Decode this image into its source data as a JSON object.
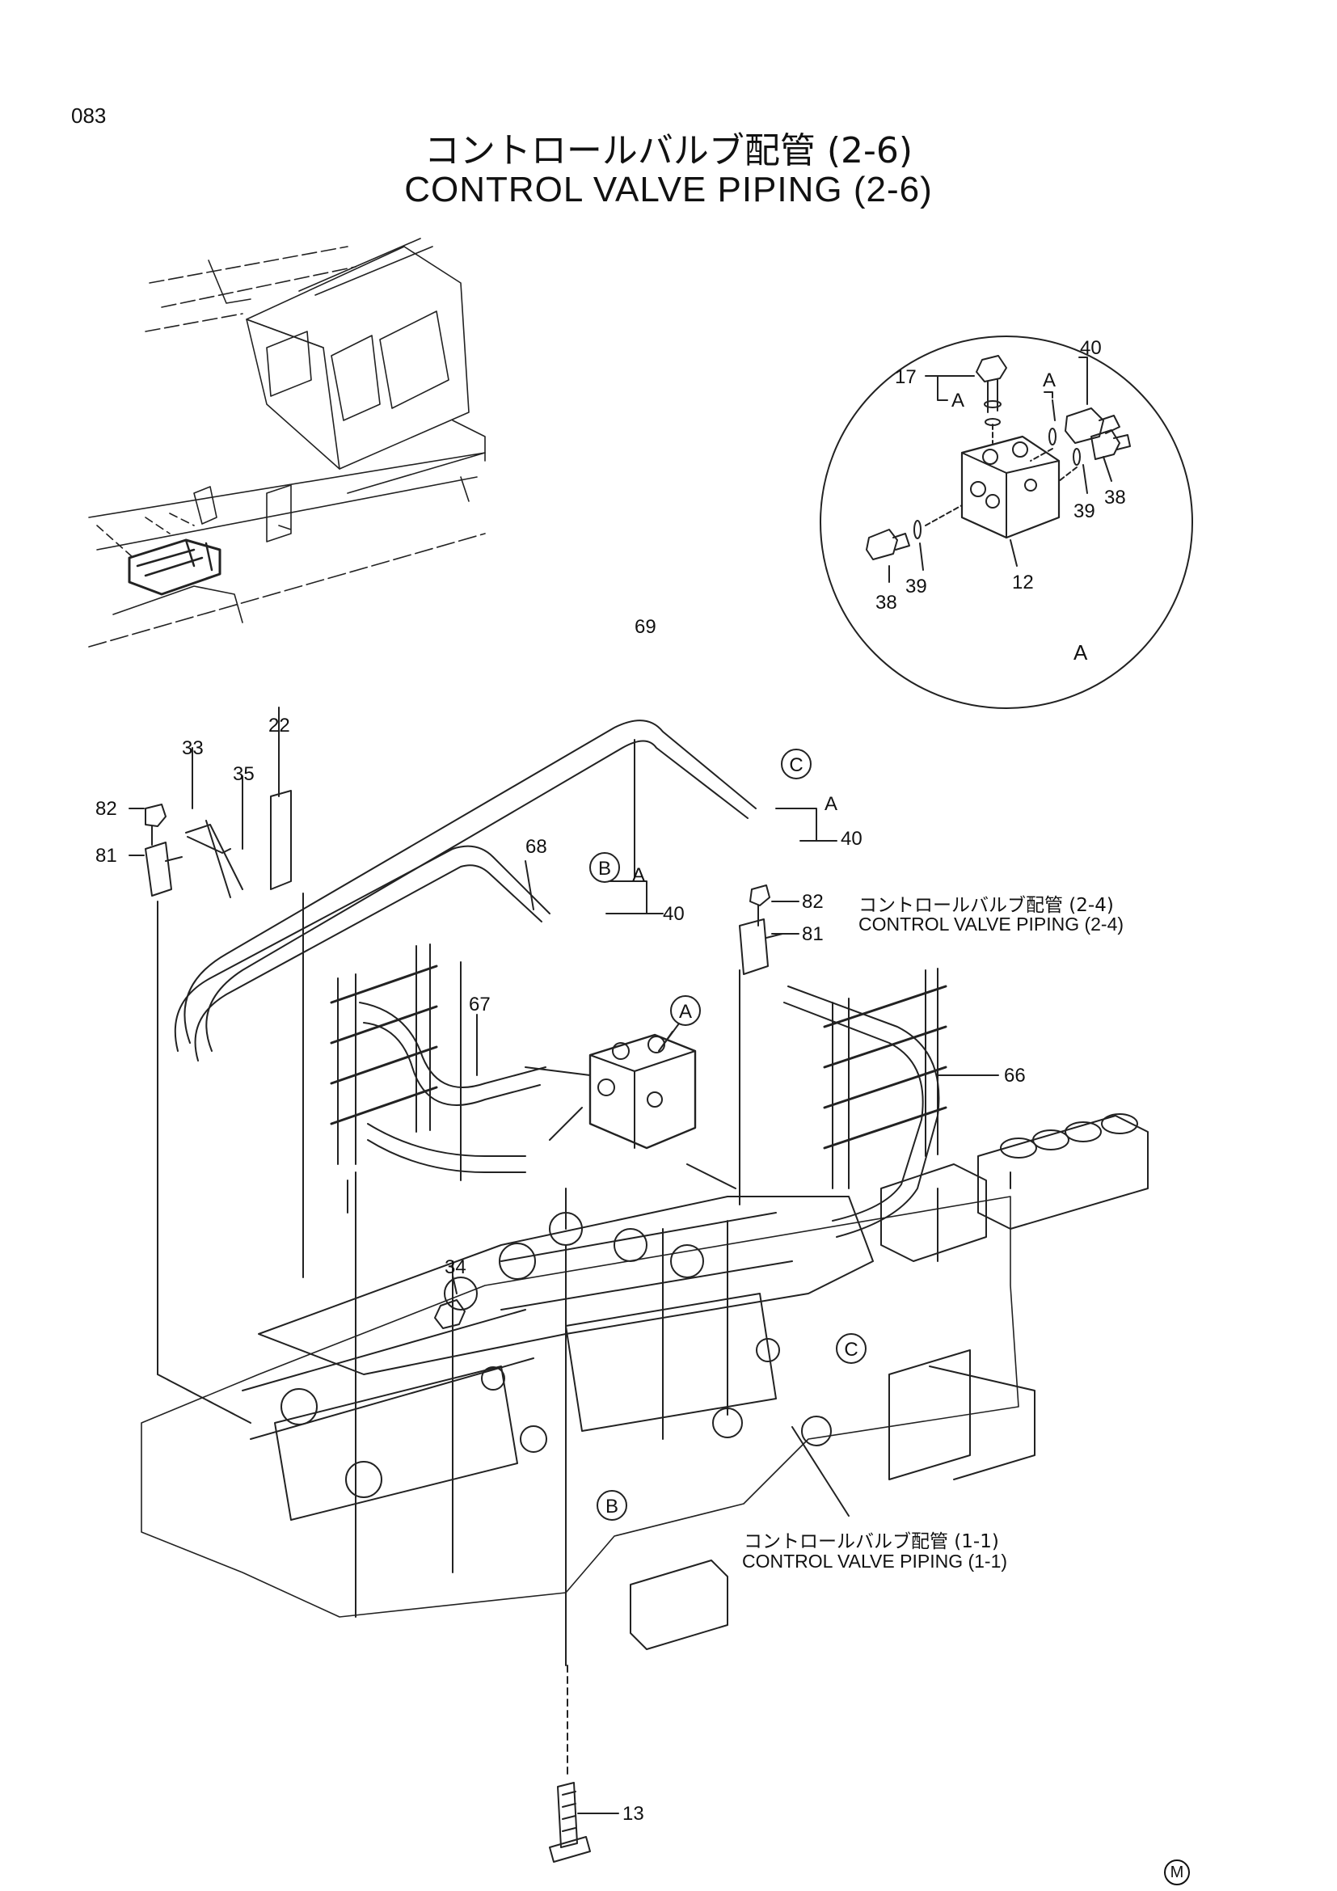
{
  "page": {
    "number": "083",
    "title_ja": "コントロールバルブ配管 (2-6)",
    "title_en": "CONTROL VALVE PIPING (2-6)",
    "mark": "M"
  },
  "detail": {
    "label": "A",
    "callouts": [
      "17",
      "A",
      "40",
      "A",
      "38",
      "39",
      "12",
      "39",
      "38"
    ]
  },
  "callouts": {
    "p69": "69",
    "p22": "22",
    "p33": "33",
    "p35": "35",
    "p82a": "82",
    "p81a": "81",
    "p68": "68",
    "p40a": "40",
    "p40b": "40",
    "pAa": "A",
    "pAb": "A",
    "p82b": "82",
    "p81b": "81",
    "p67": "67",
    "p66": "66",
    "p34": "34",
    "p13": "13"
  },
  "circles": {
    "c1": "C",
    "b1": "B",
    "a1": "A",
    "c2": "C",
    "b2": "B"
  },
  "refs": {
    "r24_ja": "コントロールバルブ配管 (2-4)",
    "r24_en": "CONTROL VALVE PIPING (2-4)",
    "r11_ja": "コントロールバルブ配管 (1-1)",
    "r11_en": "CONTROL VALVE PIPING (1-1)"
  }
}
